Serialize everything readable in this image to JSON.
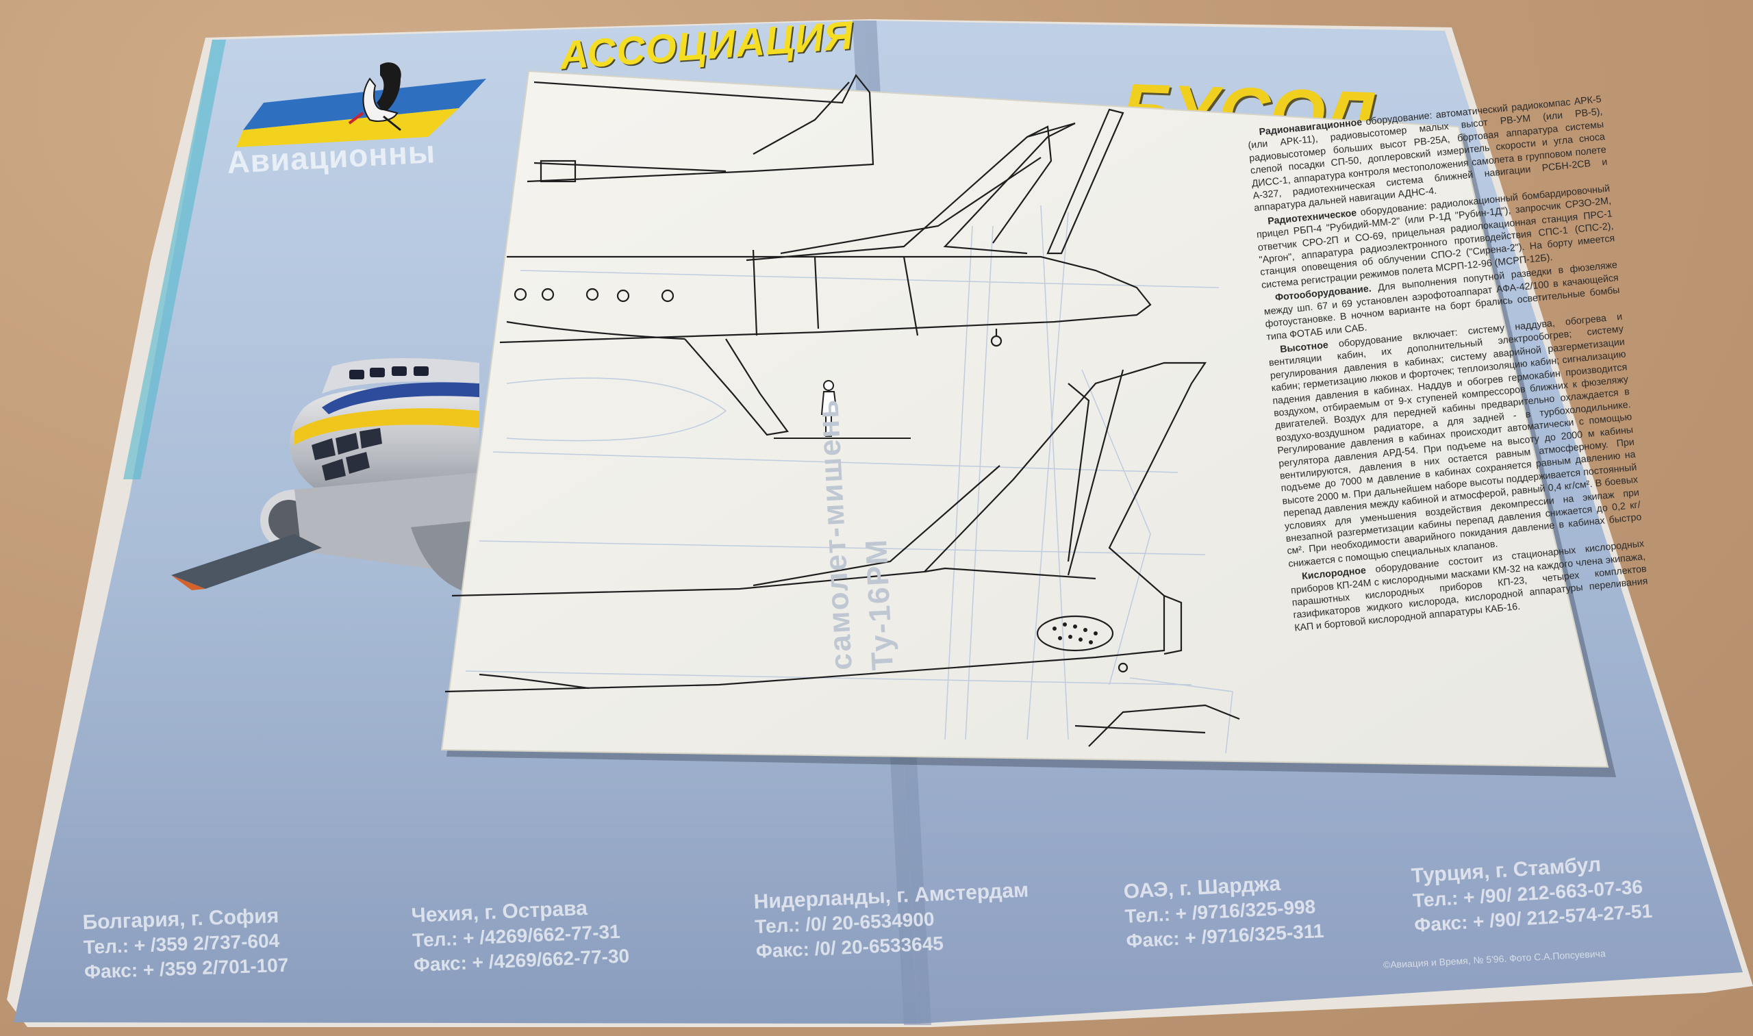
{
  "ad": {
    "association_label": "АССОЦИАЦИЯ",
    "brand_name": "БУСОЛ",
    "subtitle": "Авиационны",
    "contacts": [
      {
        "city": "Болгария, г. София",
        "phone": "Тел.: + /359 2/737-604",
        "fax": "Факс: + /359 2/701-107"
      },
      {
        "city": "Чехия, г. Острава",
        "phone": "Тел.: + /4269/662-77-31",
        "fax": "Факс: + /4269/662-77-30"
      },
      {
        "city": "Нидерланды, г. Амстердам",
        "phone": "Тел.: /0/ 20-6534900",
        "fax": "Факс: /0/ 20-6533645"
      },
      {
        "city": "ОАЭ, г. Шарджа",
        "phone": "Тел.: + /9716/325-998",
        "fax": "Факс: + /9716/325-311"
      },
      {
        "city": "Турция, г. Стамбул",
        "phone": "Тел.: + /90/ 212-663-07-36",
        "fax": "Факс: + /90/ 212-574-27-51"
      }
    ],
    "credit": "©Авиация и Время, № 5'96. Фото С.А.Попсуевича"
  },
  "sheet": {
    "vertical_caption_1": "самолет-мишень",
    "vertical_caption_2": "Ту-16РМ",
    "paragraphs": [
      {
        "lead": "Радионавигационное",
        "text": " оборудование: автоматический радиокомпас АРК-5 (или АРК-11), радиовысотомер малых высот РВ-УМ (или РВ-5), радиовысотомер больших высот РВ-25А, бортовая аппаратура системы слепой посадки СП-50, доплеровский измеритель скорости и угла сноса ДИСС-1, аппаратура контроля местоположения самолета в групповом полете А-327, радиотехническая система ближней навигации РСБН-2СВ и аппаратура дальней навигации АДНС-4."
      },
      {
        "lead": "Радиотехническое",
        "text": " оборудование: радиолокационный бомбардировочный прицел РБП-4 \"Рубидий-ММ-2\" (или Р-1Д \"Рубин-1Д\"), запросчик СРЗО-2М, ответчик СРО-2П и СО-69, прицельная радиолокационная станция ПРС-1 \"Аргон\", аппаратура радиоэлектронного противодействия СПС-1 (СПС-2), станция оповещения об облучении СПО-2 (\"Сирена-2\"). На борту имеется система регистрации режимов полета МСРП-12-96 (МСРП-12Б)."
      },
      {
        "lead": "Фотооборудование.",
        "text": " Для выполнения попутной разведки в фюзеляже между шп. 67 и 69 установлен аэрофотоаппарат АФА-42/100 в качающейся фотоустановке. В ночном варианте на борт брались осветительные бомбы типа ФОТАБ или САБ."
      },
      {
        "lead": "Высотное",
        "text": " оборудование включает: систему наддува, обогрева и вентиляции кабин, их дополнительный электрообогрев; систему регулирования давления в кабинах; систему аварийной разгерметизации кабин; герметизацию люков и форточек; теплоизоляцию кабин; сигнализацию падения давления в кабинах. Наддув и обогрев гермокабин производится воздухом, отбираемым от 9-х ступеней компрессоров ближних к фюзеляжу двигателей. Воздух для передней кабины предварительно охлаждается в воздухо-воздушном радиаторе, а для задней - в турбохолодильнике. Регулирование давления в кабинах происходит автоматически с помощью регулятора давления АРД-54. При подъеме на высоту до 2000 м кабины вентилируются, давления в них остается равным атмосферному. При подъеме до 7000 м давление в кабинах сохраняется равным давлению на высоте 2000 м. При дальнейшем наборе высоты поддерживается постоянный перепад давления между кабиной и атмосферой, равный 0,4 кг/см². В боевых условиях для уменьшения воздействия декомпрессии на экипаж при внезапной разгерметизации кабины перепад давления снижается до 0,2 кг/см². При необходимости аварийного покидания давление в кабинах быстро снижается с помощью специальных клапанов."
      },
      {
        "lead": "Кислородное",
        "text": " оборудование состоит из стационарных кислородных приборов КП-24М с кислородными масками КМ-32 на каждого члена экипажа, парашютных кислородных приборов КП-23, четырех комплектов газификаторов жидкого кислорода, кислородной аппаратуры переливания КАП и бортовой кислородной аппаратуры КАБ-16."
      }
    ]
  },
  "colors": {
    "sky": "#9fb6d3",
    "flag_blue": "#2f6fc0",
    "flag_yellow": "#f2d21c",
    "paper": "#f1f0ea",
    "table": "#c19b78"
  }
}
